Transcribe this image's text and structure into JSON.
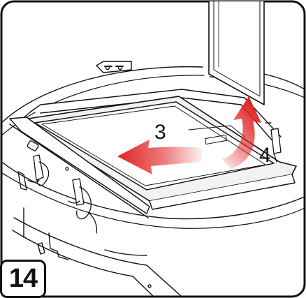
{
  "step": {
    "number": "14"
  },
  "callouts": [
    {
      "label": "3",
      "action": "slide-left"
    },
    {
      "label": "4",
      "action": "lift-up"
    }
  ],
  "colors": {
    "line": "#111111",
    "arrow_dark": "#e02424",
    "arrow_light": "#fbe3e3",
    "background": "#ffffff",
    "panel_shade": "#f2f2f2"
  }
}
